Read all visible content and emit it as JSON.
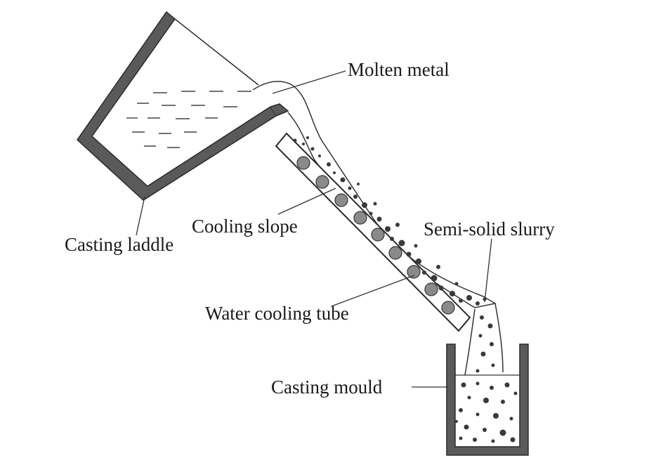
{
  "labels": {
    "molten_metal": "Molten metal",
    "casting_laddle": "Casting laddle",
    "cooling_slope": "Cooling slope",
    "semi_solid_slurry": "Semi-solid slurry",
    "water_cooling_tube": "Water cooling tube",
    "casting_mould": "Casting mould"
  },
  "colors": {
    "wall": "#5a5a5a",
    "outline": "#2a2a2a",
    "tube": "#8a8a8a",
    "particle": "#4a4a4a"
  }
}
